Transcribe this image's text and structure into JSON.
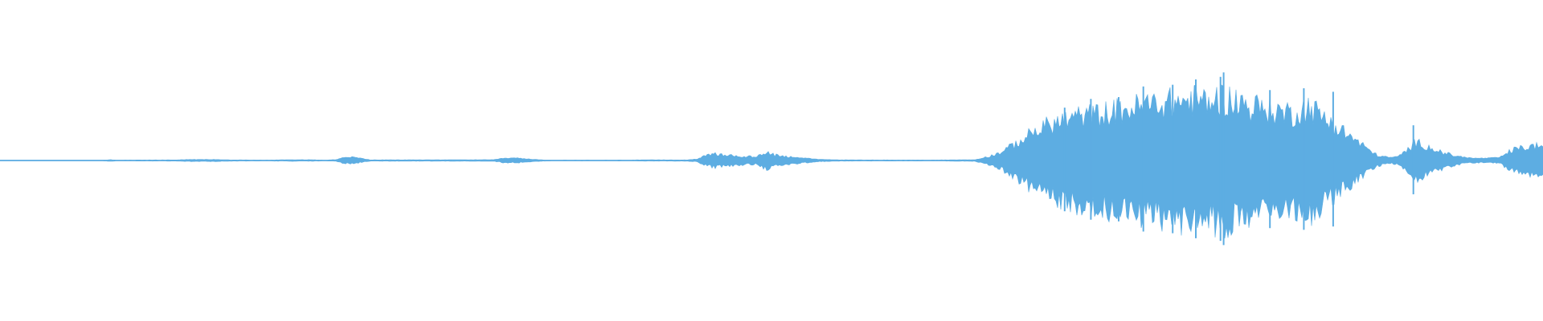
{
  "waveform": {
    "color": "#5dade2",
    "envelope": [
      [
        0.0,
        0.004
      ],
      [
        0.068,
        0.006
      ],
      [
        0.072,
        0.01
      ],
      [
        0.076,
        0.006
      ],
      [
        0.115,
        0.008
      ],
      [
        0.12,
        0.013
      ],
      [
        0.14,
        0.013
      ],
      [
        0.15,
        0.008
      ],
      [
        0.175,
        0.006
      ],
      [
        0.185,
        0.01
      ],
      [
        0.2,
        0.01
      ],
      [
        0.21,
        0.006
      ],
      [
        0.218,
        0.012
      ],
      [
        0.223,
        0.04
      ],
      [
        0.228,
        0.045
      ],
      [
        0.234,
        0.028
      ],
      [
        0.24,
        0.008
      ],
      [
        0.32,
        0.01
      ],
      [
        0.326,
        0.028
      ],
      [
        0.335,
        0.032
      ],
      [
        0.345,
        0.015
      ],
      [
        0.355,
        0.006
      ],
      [
        0.405,
        0.006
      ],
      [
        0.42,
        0.008
      ],
      [
        0.445,
        0.008
      ],
      [
        0.452,
        0.02
      ],
      [
        0.456,
        0.055
      ],
      [
        0.462,
        0.095
      ],
      [
        0.47,
        0.075
      ],
      [
        0.48,
        0.06
      ],
      [
        0.49,
        0.05
      ],
      [
        0.494,
        0.09
      ],
      [
        0.497,
        0.13
      ],
      [
        0.502,
        0.08
      ],
      [
        0.51,
        0.055
      ],
      [
        0.52,
        0.035
      ],
      [
        0.53,
        0.015
      ],
      [
        0.545,
        0.008
      ],
      [
        0.6,
        0.006
      ],
      [
        0.632,
        0.01
      ],
      [
        0.64,
        0.05
      ],
      [
        0.648,
        0.11
      ],
      [
        0.658,
        0.23
      ],
      [
        0.668,
        0.38
      ],
      [
        0.678,
        0.49
      ],
      [
        0.688,
        0.56
      ],
      [
        0.698,
        0.62
      ],
      [
        0.708,
        0.64
      ],
      [
        0.718,
        0.68
      ],
      [
        0.728,
        0.72
      ],
      [
        0.738,
        0.76
      ],
      [
        0.748,
        0.8
      ],
      [
        0.758,
        0.82
      ],
      [
        0.768,
        0.84
      ],
      [
        0.776,
        0.86
      ],
      [
        0.782,
        0.83
      ],
      [
        0.792,
        0.88
      ],
      [
        0.8,
        0.85
      ],
      [
        0.808,
        0.78
      ],
      [
        0.818,
        0.74
      ],
      [
        0.828,
        0.7
      ],
      [
        0.838,
        0.66
      ],
      [
        0.848,
        0.76
      ],
      [
        0.856,
        0.64
      ],
      [
        0.866,
        0.48
      ],
      [
        0.876,
        0.33
      ],
      [
        0.884,
        0.2
      ],
      [
        0.892,
        0.08
      ],
      [
        0.9,
        0.04
      ],
      [
        0.906,
        0.05
      ],
      [
        0.912,
        0.15
      ],
      [
        0.918,
        0.26
      ],
      [
        0.926,
        0.19
      ],
      [
        0.934,
        0.12
      ],
      [
        0.944,
        0.06
      ],
      [
        0.954,
        0.03
      ],
      [
        0.964,
        0.03
      ],
      [
        0.972,
        0.04
      ],
      [
        0.98,
        0.15
      ],
      [
        0.99,
        0.19
      ],
      [
        1.0,
        0.22
      ]
    ],
    "spikes": [
      [
        0.793,
        1.0
      ],
      [
        0.791,
        0.95
      ],
      [
        0.864,
        0.78
      ],
      [
        0.741,
        0.84
      ],
      [
        0.916,
        0.4
      ],
      [
        0.69,
        0.6
      ],
      [
        0.707,
        0.7
      ],
      [
        0.725,
        0.72
      ],
      [
        0.76,
        0.86
      ],
      [
        0.775,
        0.92
      ],
      [
        0.823,
        0.8
      ],
      [
        0.845,
        0.82
      ]
    ]
  }
}
